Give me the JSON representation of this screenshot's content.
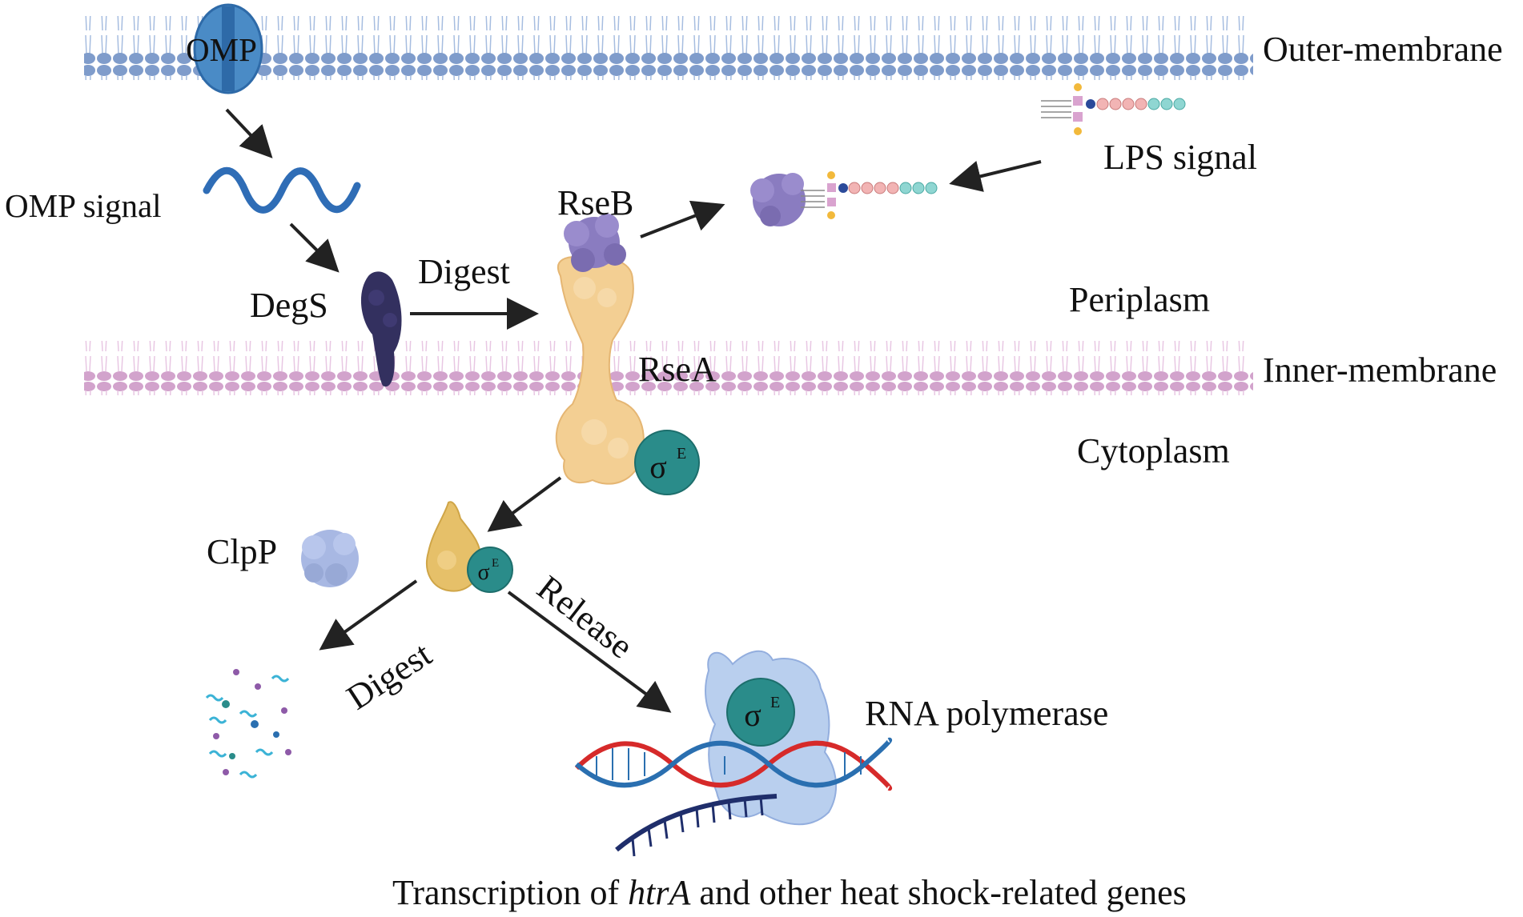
{
  "labels": {
    "outer_membrane": "Outer-membrane",
    "inner_membrane": "Inner-membrane",
    "periplasm": "Periplasm",
    "cytoplasm": "Cytoplasm",
    "omp": "OMP",
    "omp_signal": "OMP signal",
    "lps_signal": "LPS signal",
    "rseb": "RseB",
    "degs": "DegS",
    "digest_top": "Digest",
    "rsea": "RseA",
    "clpp": "ClpP",
    "digest_bottom": "Digest",
    "release": "Release",
    "rna_polymerase": "RNA polymerase",
    "sigma_symbol": "σ",
    "sigma_superscript": "E"
  },
  "caption": {
    "prefix": "Transcription of ",
    "gene": "htrA",
    "suffix": " and other heat shock-related genes"
  },
  "colors": {
    "outer_membrane": "#8aa6cf",
    "inner_membrane": "#d4a8cf",
    "omp": "#4a8bc6",
    "degs": "#33305f",
    "rseb": "#8a7cc0",
    "rsea": "#f3cf93",
    "sigma": "#2a8c8a",
    "clpp": "#a8b8e3",
    "rna_polymerase": "#b9cfee",
    "dna_red": "#d62a2a",
    "dna_blue": "#2a6fb0",
    "signal_wave": "#2f6db6"
  }
}
